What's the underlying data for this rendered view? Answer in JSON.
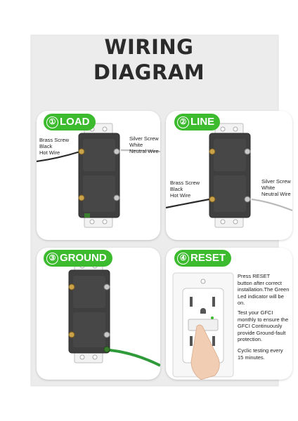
{
  "title": {
    "line1": "WIRING",
    "line2": "DIAGRAM"
  },
  "colors": {
    "badge": "#3dbb2f",
    "device": "#3f3f3f",
    "background": "#ececec",
    "ground_wire": "#2e9a3a"
  },
  "panels": {
    "load": {
      "number": "①",
      "label": "LOAD",
      "brass": {
        "line1": "Brass Screw",
        "line2": "Black",
        "line3": "Hot Wire"
      },
      "silver": {
        "line1": "Silver Screw",
        "line2": "White",
        "line3": "Neutral Wire"
      }
    },
    "line": {
      "number": "②",
      "label": "LINE",
      "brass": {
        "line1": "Brass Screw",
        "line2": "Black",
        "line3": "Hot Wire"
      },
      "silver": {
        "line1": "Silver Screw",
        "line2": "White",
        "line3": "Neutral Wire"
      }
    },
    "ground": {
      "number": "③",
      "label": "GROUND"
    },
    "reset": {
      "number": "④",
      "label": "RESET",
      "text1": [
        "Press RESET",
        "button after correct",
        "installation.The Green",
        "Led indicator will be",
        "on."
      ],
      "text2": [
        "Test your GFCI",
        "monthly to ensure the",
        "GFCI Continuously",
        "provide Ground-fault",
        "protection."
      ],
      "text3": [
        "Cyclic testing every",
        "15 minutes."
      ]
    }
  }
}
